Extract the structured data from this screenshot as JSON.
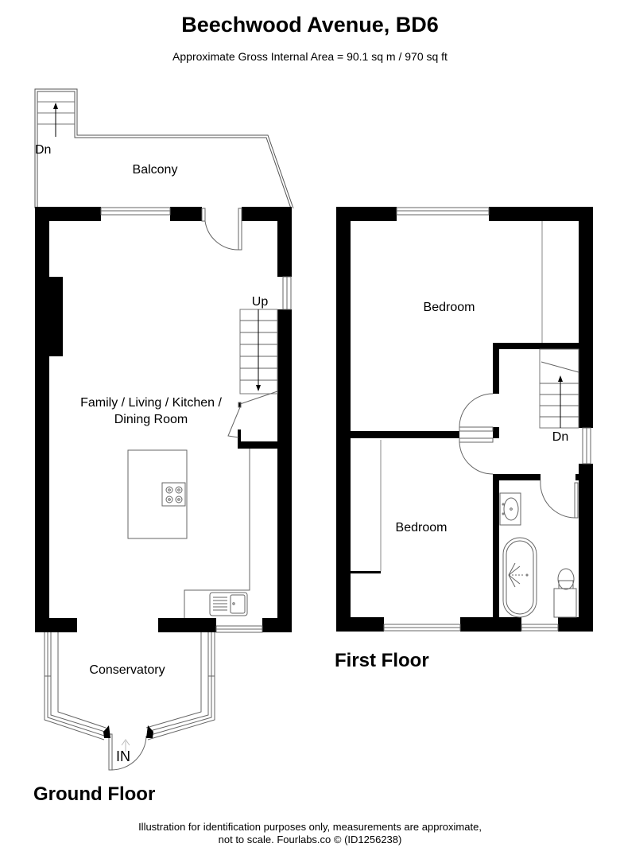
{
  "header": {
    "title": "Beechwood Avenue, BD6",
    "subtitle": "Approximate Gross Internal Area = 90.1 sq m / 970 sq ft"
  },
  "ground_floor": {
    "label": "Ground Floor",
    "rooms": {
      "balcony": "Balcony",
      "family_line1": "Family / Living / Kitchen /",
      "family_line2": "Dining Room",
      "conservatory": "Conservatory"
    },
    "annotations": {
      "balcony_stairs": "Dn",
      "stairs": "Up",
      "entrance": "IN"
    }
  },
  "first_floor": {
    "label": "First Floor",
    "rooms": {
      "bedroom_1": "Bedroom",
      "bedroom_2": "Bedroom"
    },
    "annotations": {
      "stairs": "Dn"
    }
  },
  "footer": {
    "line1": "Illustration for identification purposes only, measurements are approximate,",
    "line2": "not to scale. Fourlabs.co © (ID1256238)"
  }
}
